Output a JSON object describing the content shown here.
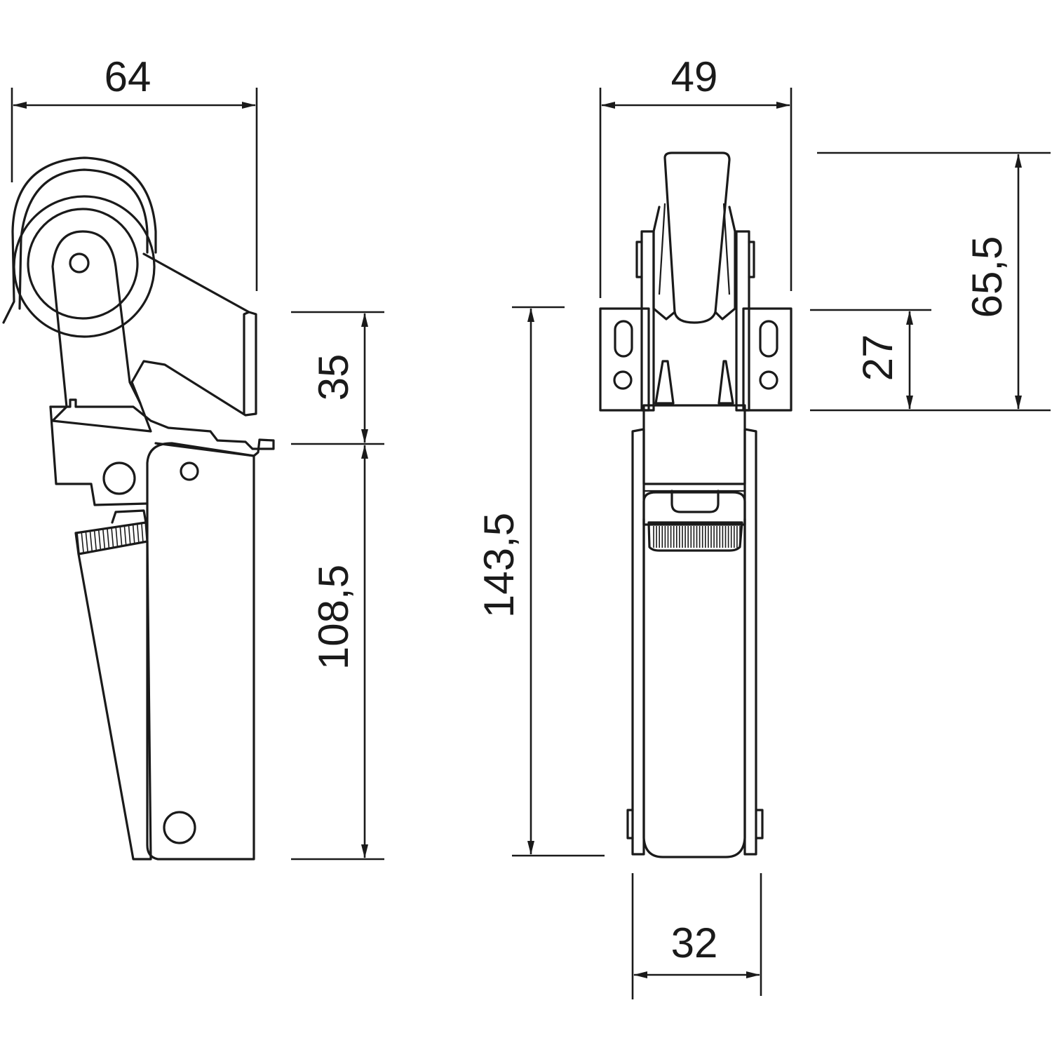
{
  "dimensions": {
    "side_width": "64",
    "side_upper_height": "35",
    "side_lower_height": "108,5",
    "front_width": "49",
    "front_total_height": "143,5",
    "front_top_height": "65,5",
    "front_plate_height": "27",
    "front_body_width": "32"
  },
  "colors": {
    "line": "#1a1a1a",
    "background": "#ffffff"
  }
}
